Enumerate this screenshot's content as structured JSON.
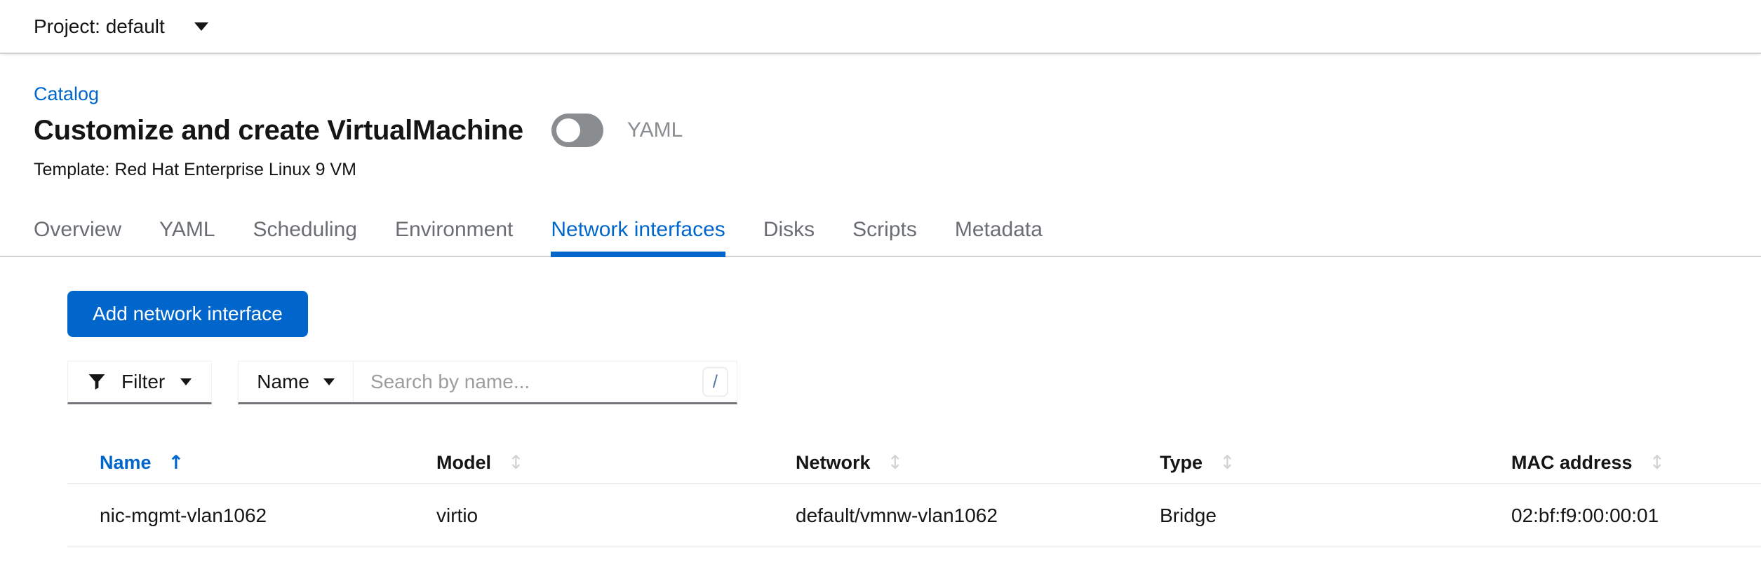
{
  "topbar": {
    "project_selector": "Project: default"
  },
  "header": {
    "breadcrumb": "Catalog",
    "title": "Customize and create VirtualMachine",
    "yaml_toggle_label": "YAML",
    "yaml_toggle_state": "off",
    "template": "Template: Red Hat Enterprise Linux 9 VM"
  },
  "tabs": [
    {
      "label": "Overview",
      "active": false
    },
    {
      "label": "YAML",
      "active": false
    },
    {
      "label": "Scheduling",
      "active": false
    },
    {
      "label": "Environment",
      "active": false
    },
    {
      "label": "Network interfaces",
      "active": true
    },
    {
      "label": "Disks",
      "active": false
    },
    {
      "label": "Scripts",
      "active": false
    },
    {
      "label": "Metadata",
      "active": false
    }
  ],
  "toolbar": {
    "add_button_label": "Add network interface",
    "filter_label": "Filter",
    "search_attribute_label": "Name",
    "search_placeholder": "Search by name...",
    "search_shortcut_hint": "/"
  },
  "table": {
    "columns": [
      {
        "label": "Name",
        "sorted": true,
        "sort_direction": "ascending"
      },
      {
        "label": "Model",
        "sorted": false
      },
      {
        "label": "Network",
        "sorted": false
      },
      {
        "label": "Type",
        "sorted": false
      },
      {
        "label": "MAC address",
        "sorted": false
      }
    ],
    "rows": [
      [
        "nic-mgmt-vlan1062",
        "virtio",
        "default/vmnw-vlan1062",
        "Bridge",
        "02:bf:f9:00:00:01"
      ]
    ]
  },
  "colors": {
    "primary_blue": "#0066cc",
    "text_dark": "#151515",
    "text_gray": "#6a6e73",
    "toggle_off_gray": "#8a8d90",
    "border_light": "#d2d2d2"
  },
  "icons": {
    "project_caret": "chevron-down-icon",
    "filter": "funnel-icon",
    "sort_ascending": "arrow-up-icon",
    "sort_both": "arrows-vertical-icon"
  }
}
